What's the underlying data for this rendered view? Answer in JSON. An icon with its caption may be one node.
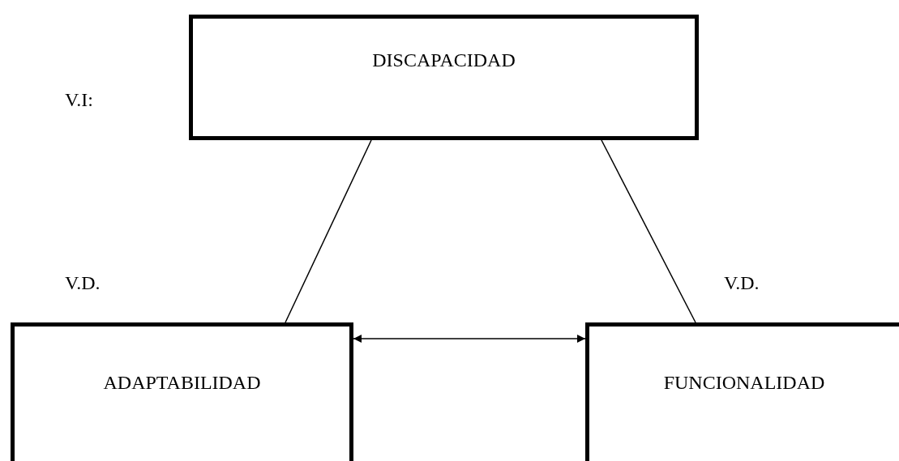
{
  "diagram": {
    "nodes": [
      {
        "text": [
          "DISCAPACIDAD"
        ]
      },
      {
        "text": [
          "ADAPTABILIDAD"
        ]
      },
      {
        "text": [
          "FUNCIONALIDAD"
        ]
      }
    ],
    "edges": [
      {
        "from": 0,
        "to": 1,
        "arrow": "none"
      },
      {
        "from": 0,
        "to": 2,
        "arrow": "none"
      },
      {
        "from": 1,
        "to": 2,
        "arrow": "both"
      }
    ],
    "labels": [
      "V.I:",
      "V.D.",
      "V.D."
    ]
  }
}
